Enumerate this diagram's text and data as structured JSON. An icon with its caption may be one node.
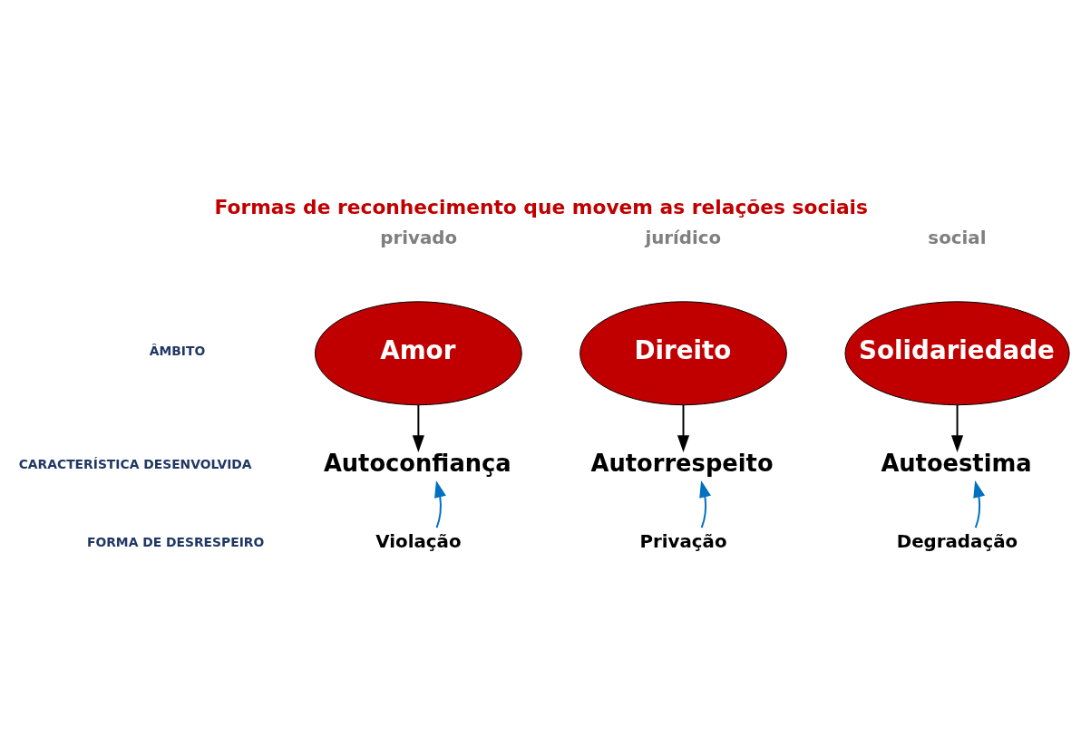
{
  "diagram": {
    "title": "Formas de reconhecimento que movem as relações sociais",
    "nodes": [
      {
        "text": [
          "Amor"
        ],
        "beside": [
          "privado"
        ]
      },
      {
        "text": [
          "Direito"
        ],
        "beside": [
          "jurídico"
        ]
      },
      {
        "text": [
          "Solidariedade"
        ],
        "beside": [
          "social"
        ]
      },
      {
        "text": [
          "Autoconfiança"
        ]
      },
      {
        "text": [
          "Autorrespeito"
        ]
      },
      {
        "text": [
          "Autoestima"
        ]
      },
      {
        "text": [
          "Violação"
        ]
      },
      {
        "text": [
          "Privação"
        ]
      },
      {
        "text": [
          "Degradação"
        ]
      }
    ],
    "edges": [
      {
        "from": 0,
        "to": 3,
        "arrow": "to"
      },
      {
        "from": 1,
        "to": 4,
        "arrow": "to"
      },
      {
        "from": 2,
        "to": 5,
        "arrow": "to"
      },
      {
        "from": 6,
        "to": 3,
        "arrow": "to",
        "color": "#0070c0"
      },
      {
        "from": 7,
        "to": 4,
        "arrow": "to",
        "color": "#0070c0"
      },
      {
        "from": 8,
        "to": 5,
        "arrow": "to",
        "color": "#0070c0"
      }
    ],
    "labels": [
      "ÂMBITO",
      "CARACTERÍSTICA DESENVOLVIDA",
      "FORMA DE DESRESPEIRO"
    ]
  }
}
